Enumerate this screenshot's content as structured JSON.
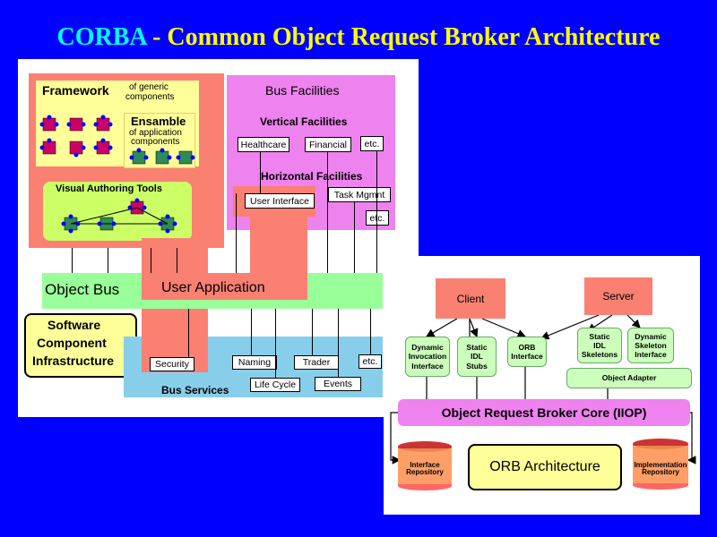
{
  "title": {
    "acronym": "CORBA",
    "rest": " - Common Object Request Broker Architecture"
  },
  "left": {
    "framework": {
      "label": "Framework",
      "sub1": "of generic",
      "sub2": "components"
    },
    "ensamble": {
      "label": "Ensamble",
      "sub1": "of application",
      "sub2": "components"
    },
    "visual_tools": "Visual Authoring Tools",
    "bus_facilities": "Bus Facilities",
    "vertical": "Vertical Facilities",
    "healthcare": "Healthcare",
    "financial": "Financial",
    "etc1": "etc.",
    "horizontal": "Horizontal Facilities",
    "user_interface": "User Interface",
    "task_mgmt": "Task Mgmnt",
    "etc2": "etc.",
    "object_bus": "Object Bus",
    "user_application": "User Application",
    "infra": {
      "line1": "Software",
      "line2": "Component",
      "line3": "Infrastructure"
    },
    "security": "Security",
    "naming": "Naming",
    "trader": "Trader",
    "etc3": "etc.",
    "bus_services": "Bus Services",
    "life_cycle": "Life Cycle",
    "events": "Events"
  },
  "right": {
    "client": "Client",
    "server": "Server",
    "dii": {
      "l1": "Dynamic",
      "l2": "Invocation",
      "l3": "Interface"
    },
    "stubs": {
      "l1": "Static",
      "l2": "IDL",
      "l3": "Stubs"
    },
    "orbif": {
      "l1": "ORB",
      "l2": "Interface"
    },
    "skel": {
      "l1": "Static",
      "l2": "IDL",
      "l3": "Skeletons"
    },
    "dsi": {
      "l1": "Dynamic",
      "l2": "Skeleton",
      "l3": "Interface"
    },
    "adapter": "Object Adapter",
    "core": "Object Request Broker Core (IIOP)",
    "iface_repo": {
      "l1": "Interface",
      "l2": "Repository"
    },
    "orb_arch": "ORB Architecture",
    "impl_repo": {
      "l1": "Implementation",
      "l2": "Repository"
    }
  },
  "colors": {
    "background": "#0000ff",
    "title": "#ffff00",
    "acronym": "#00ffff",
    "salmon": "#fa8072",
    "violet": "#ee82ee",
    "green": "#99ff99",
    "sky": "#87ceeb"
  }
}
